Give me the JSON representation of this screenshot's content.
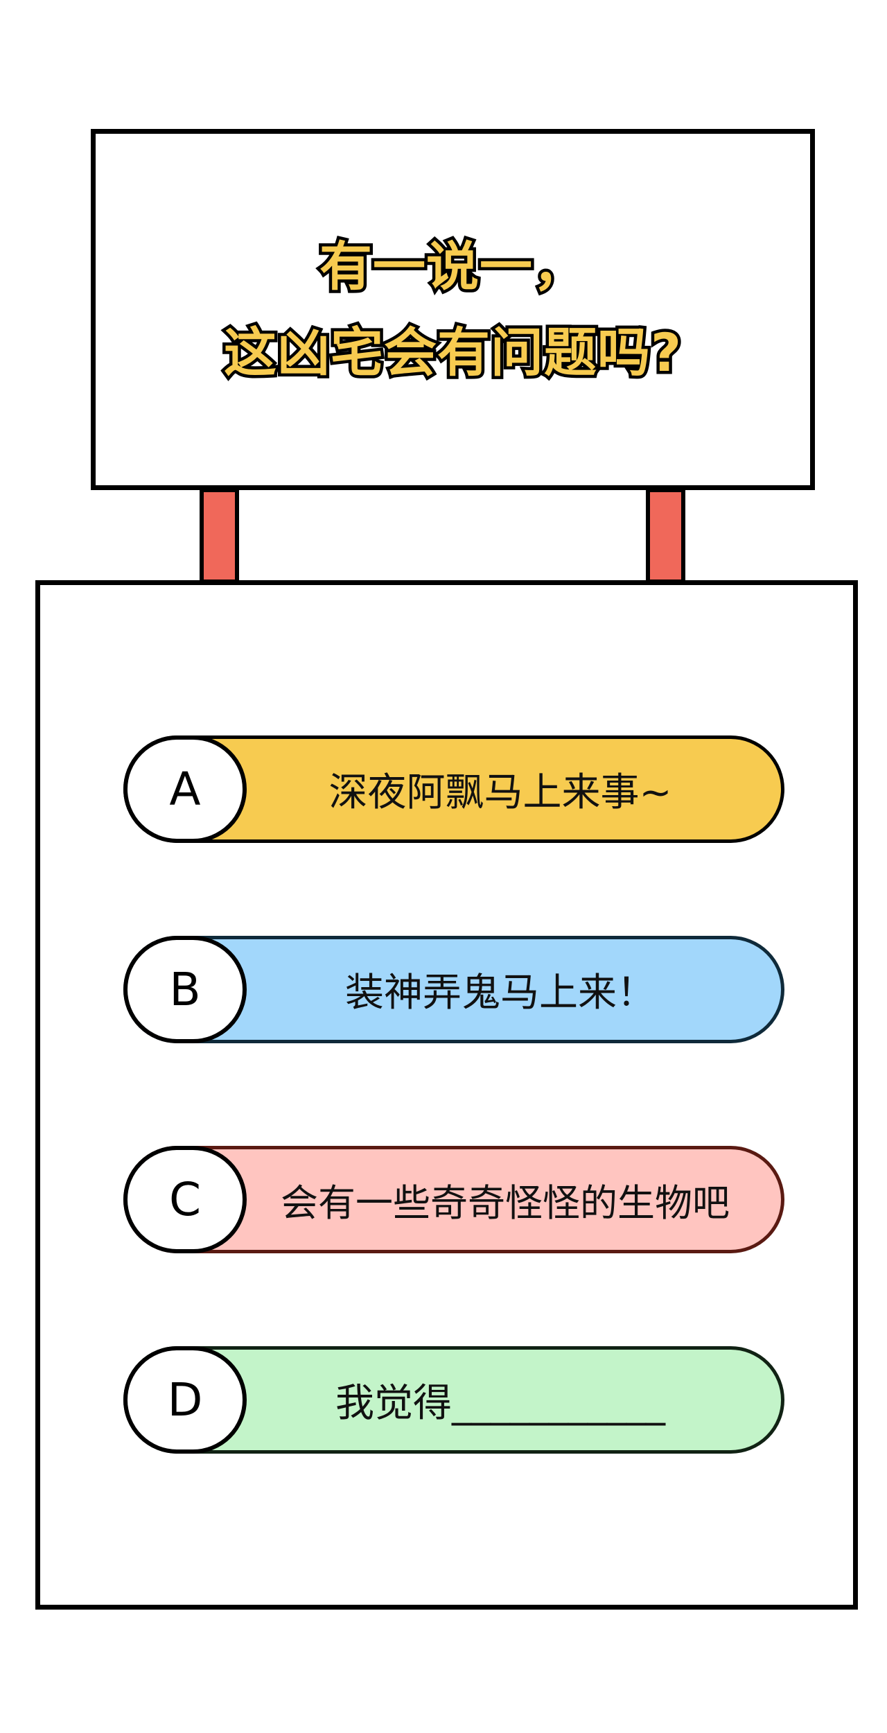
{
  "headline": {
    "line1": "有一说一，",
    "line2": "这凶宅会有问题吗?",
    "fill_color": "#f7cb50",
    "stroke_color": "#000000"
  },
  "colors": {
    "post": "#f0685a",
    "option_a": "#f7cb50",
    "option_b": "#a2d7fb",
    "option_c": "#ffc5c0",
    "option_d": "#c3f4c9",
    "option_b_border": "#0f2a3a",
    "option_c_border": "#5a1a12",
    "option_d_border": "#112214"
  },
  "options": [
    {
      "letter": "A",
      "text": "深夜阿飘马上来事~"
    },
    {
      "letter": "B",
      "text": "装神弄鬼马上来！"
    },
    {
      "letter": "C",
      "text": "会有一些奇奇怪怪的生物吧"
    },
    {
      "letter": "D",
      "text": "我觉得___________"
    }
  ]
}
